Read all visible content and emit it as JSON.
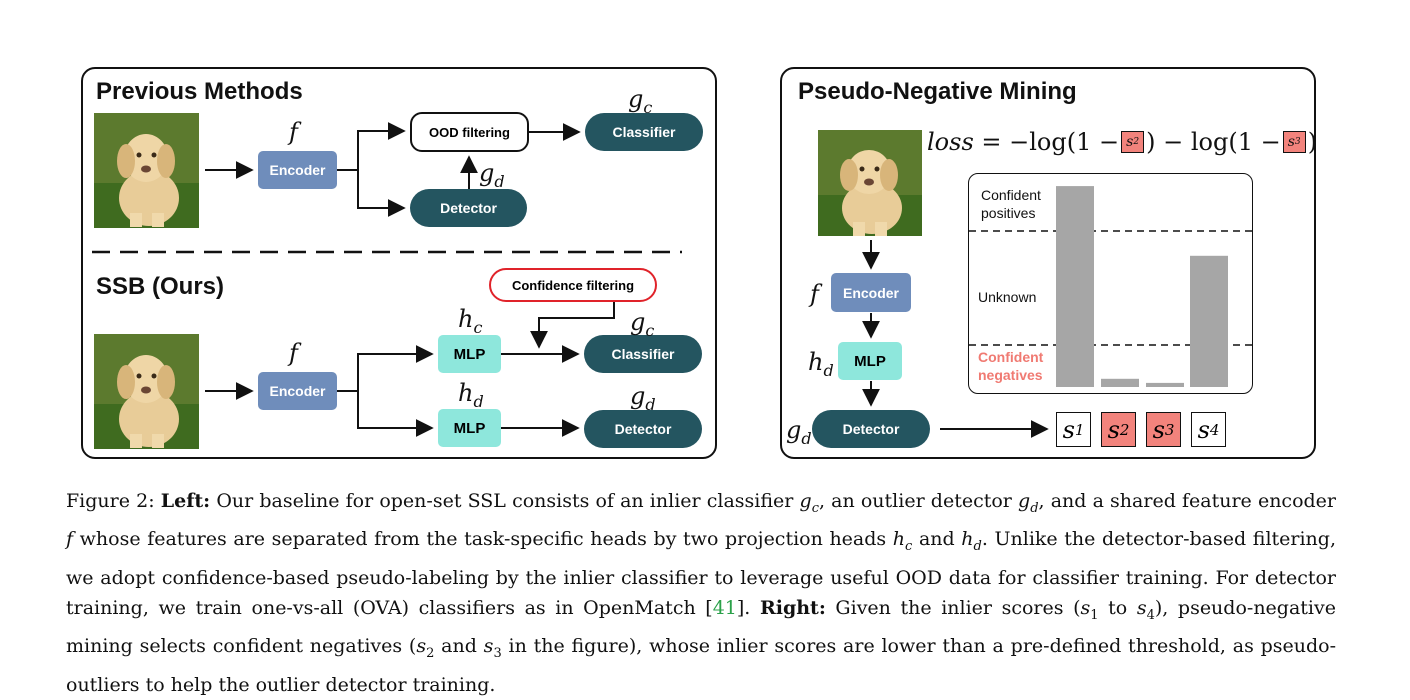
{
  "left_panel": {
    "previous_title": "Previous Methods",
    "ssb_title": "SSB (Ours)",
    "encoder_label": "Encoder",
    "ood_filtering_label": "OOD filtering",
    "classifier_label": "Classifier",
    "detector_label": "Detector",
    "mlp_label": "MLP",
    "confidence_filtering_label": "Confidence filtering",
    "f_symbol": "f",
    "gc_base": "g",
    "gc_sub": "c",
    "gd_base": "g",
    "gd_sub": "d",
    "hc_base": "h",
    "hc_sub": "c",
    "hd_base": "h",
    "hd_sub": "d"
  },
  "right_panel": {
    "title": "Pseudo-Negative Mining",
    "loss_var": "loss",
    "loss_eq": " = −log(1 −",
    "loss_mid": ") − log(1 −",
    "loss_end": ")",
    "loss_s2_base": "s",
    "loss_s2_sub": "2",
    "loss_s3_base": "s",
    "loss_s3_sub": "3",
    "encoder_label": "Encoder",
    "mlp_label": "MLP",
    "detector_label": "Detector",
    "f_symbol": "f",
    "hd_base": "h",
    "hd_sub": "d",
    "gd_base": "g",
    "gd_sub": "d",
    "zone_labels": {
      "confident_positives_1": "Confident",
      "confident_positives_2": "positives",
      "unknown": "Unknown",
      "confident_negatives_1": "Confident",
      "confident_negatives_2": "negatives"
    },
    "scores": [
      {
        "base": "s",
        "sub": "1",
        "negative": false
      },
      {
        "base": "s",
        "sub": "2",
        "negative": true
      },
      {
        "base": "s",
        "sub": "3",
        "negative": true
      },
      {
        "base": "s",
        "sub": "4",
        "negative": false
      }
    ],
    "bar_levels": [
      0.98,
      0.04,
      0.02,
      0.64
    ],
    "colors": {
      "negative": "#f2837c",
      "bar": "#a6a6a6"
    }
  },
  "caption": {
    "fig": "Figure 2: ",
    "left_bold": "Left:",
    "p1": " Our baseline for open-set SSL consists of an inlier classifier ",
    "p2": ", an outlier detector ",
    "p3": ", and a shared feature encoder ",
    "p4": " whose features are separated from the task-specific heads by two projection heads ",
    "p5": " and ",
    "p6": ". Unlike the detector-based filtering, we adopt confidence-based pseudo-labeling by the inlier classifier to leverage useful OOD data for classifier training. For detector training, we train one-vs-all (OVA) classifiers as in OpenMatch [",
    "ref": "41",
    "p7": "]. ",
    "right_bold": "Right:",
    "p8": " Given the inlier scores (",
    "p9": " to ",
    "p10": "), pseudo-negative mining selects confident negatives (",
    "p11": " and ",
    "p12": " in the figure), whose inlier scores are lower than a pre-defined threshold, as pseudo-outliers to help the outlier detector training.",
    "g": "g",
    "h": "h",
    "s": "s",
    "f": "f",
    "c": "c",
    "d": "d",
    "one": "1",
    "two": "2",
    "three": "3",
    "four": "4"
  }
}
